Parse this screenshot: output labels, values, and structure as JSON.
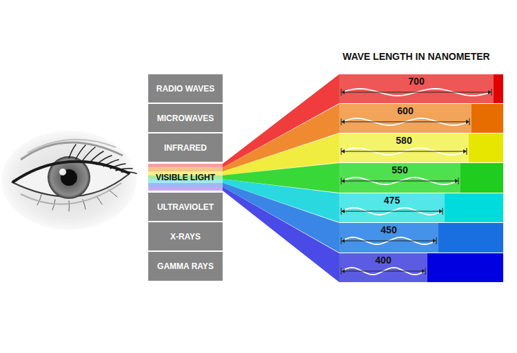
{
  "diagram": {
    "title": "WAVE LENGTH IN NANOMETER",
    "nodes": [
      {
        "text": [
          "RADIO WAVES"
        ]
      },
      {
        "text": [
          "MICROWAVES"
        ]
      },
      {
        "text": [
          "INFRARED"
        ]
      },
      {
        "text": [
          "VISIBLE LIGHT"
        ]
      },
      {
        "text": [
          "ULTRAVIOLET"
        ]
      },
      {
        "text": [
          "X-RAYS"
        ]
      },
      {
        "text": [
          "GAMMA RAYS"
        ]
      },
      {
        "text": [
          "700"
        ]
      },
      {
        "text": [
          "600"
        ]
      },
      {
        "text": [
          "580"
        ]
      },
      {
        "text": [
          "550"
        ]
      },
      {
        "text": [
          "475"
        ]
      },
      {
        "text": [
          "450"
        ]
      },
      {
        "text": [
          "400"
        ]
      }
    ],
    "edges": [
      {
        "from": 3,
        "to": 7,
        "arrow": "none"
      },
      {
        "from": 3,
        "to": 8,
        "arrow": "none"
      },
      {
        "from": 3,
        "to": 9,
        "arrow": "none"
      },
      {
        "from": 3,
        "to": 10,
        "arrow": "none"
      },
      {
        "from": 3,
        "to": 11,
        "arrow": "none"
      },
      {
        "from": 3,
        "to": 12,
        "arrow": "none"
      },
      {
        "from": 3,
        "to": 13,
        "arrow": "none"
      }
    ]
  }
}
